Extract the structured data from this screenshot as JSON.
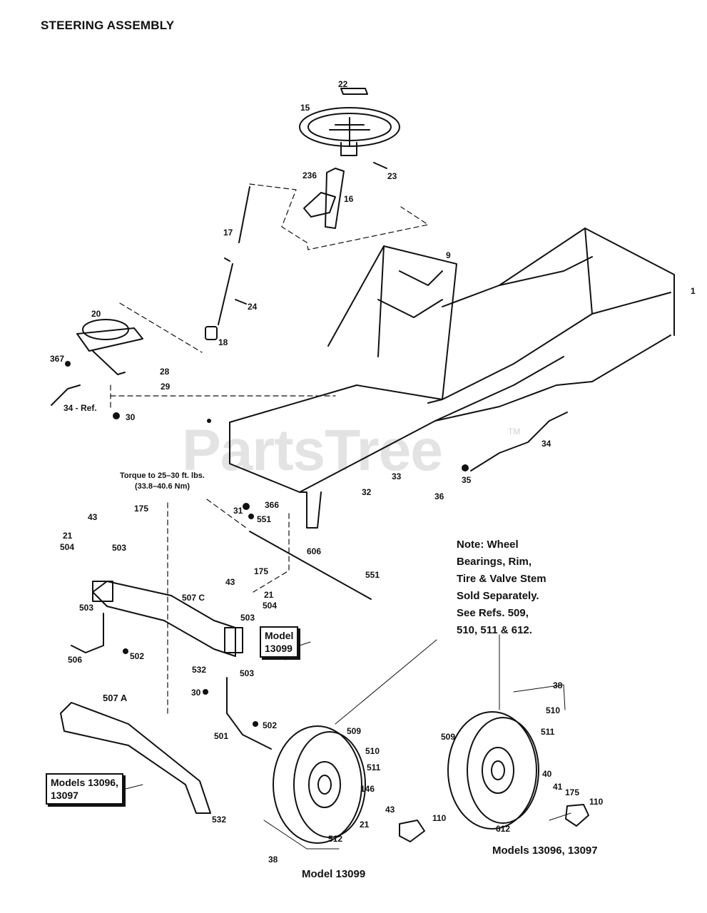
{
  "title": "STEERING ASSEMBLY",
  "watermark": "PartsTree",
  "watermark_tm": "TM",
  "torque_note": {
    "line1": "Torque to 25–30 ft. lbs.",
    "line2": "(33.8–40.6 Nm)"
  },
  "note": {
    "line1": "Note:  Wheel",
    "line2": "Bearings, Rim,",
    "line3": "Tire & Valve Stem",
    "line4": "Sold Separately.",
    "line5": "See Refs. 509,",
    "line6": "510, 511 & 612."
  },
  "model_box_13099": {
    "line1": "Model",
    "line2": "13099"
  },
  "model_box_13096": {
    "line1": "Models 13096,",
    "line2": "13097"
  },
  "captions": {
    "bottom_center": "Model 13099",
    "bottom_right": "Models 13096, 13097"
  },
  "parts": {
    "p22": "22",
    "p15": "15",
    "p23": "23",
    "p236": "236",
    "p16": "16",
    "p17": "17",
    "p9": "9",
    "p1": "1",
    "p24": "24",
    "p20": "20",
    "p18": "18",
    "p367": "367",
    "p28": "28",
    "p29": "29",
    "p34ref": "34 - Ref.",
    "p30a": "30",
    "p34": "34",
    "p33": "33",
    "p32": "32",
    "p36": "36",
    "p35": "35",
    "p31": "31",
    "p366": "366",
    "p551a": "551",
    "p175a": "175",
    "p43a": "43",
    "p21a": "21",
    "p504a": "504",
    "p503a": "503",
    "p606": "606",
    "p551b": "551",
    "p507c": "507 C",
    "p175b": "175",
    "p43b": "43",
    "p21b": "21",
    "p504b": "504",
    "p503b": "503",
    "p503c": "503",
    "p506": "506",
    "p502a": "502",
    "p532a": "532",
    "p503d": "503",
    "p30b": "30",
    "p507a": "507 A",
    "p502b": "502",
    "p501": "501",
    "p509a": "509",
    "p510a": "510",
    "p511a": "511",
    "p146": "146",
    "p43c": "43",
    "p21c": "21",
    "p110a": "110",
    "p512": "512",
    "p38a": "38",
    "p532b": "532",
    "p38b": "38",
    "p510b": "510",
    "p509b": "509",
    "p511b": "511",
    "p40": "40",
    "p41": "41",
    "p175c": "175",
    "p110b": "110",
    "p612": "612"
  }
}
